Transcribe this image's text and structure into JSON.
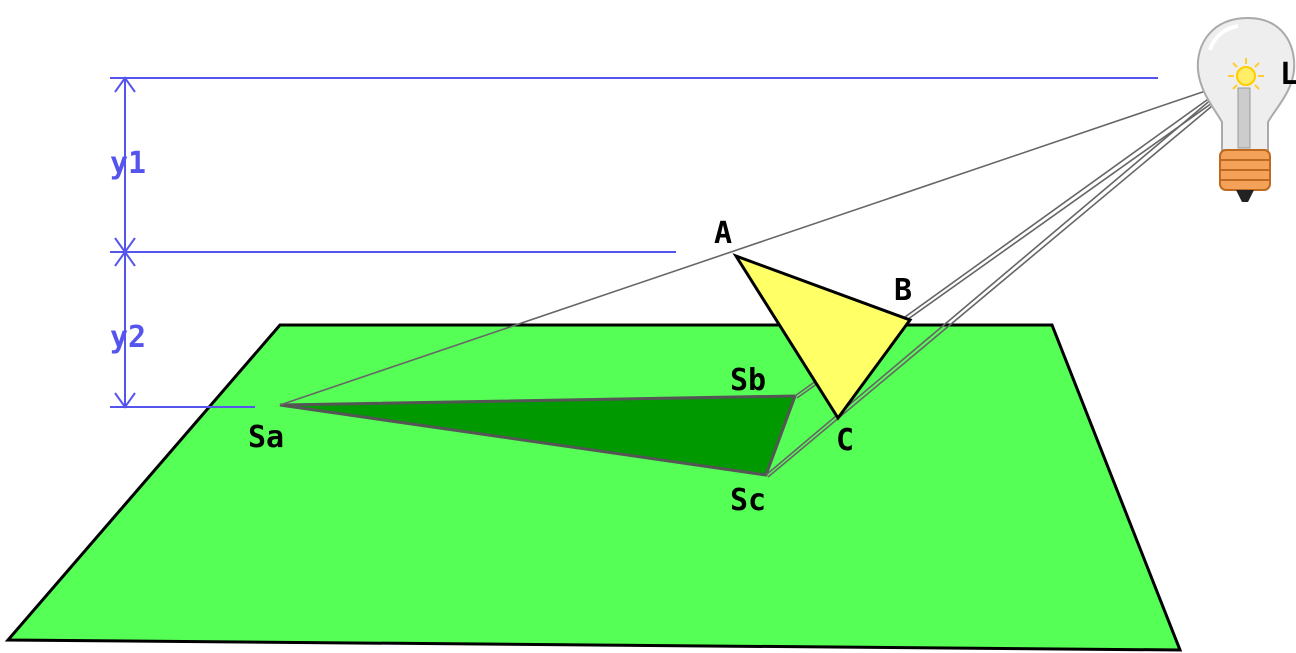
{
  "colors": {
    "ground_fill": "#55ff55",
    "shadow_fill": "#009900",
    "triangle_fill": "#ffff66",
    "dimension_line": "#5555ee",
    "ray": "#666666",
    "outline": "#000000",
    "bulb_base": "#f4a25a"
  },
  "icons": {
    "light": "light-bulb-icon"
  },
  "labels": {
    "light": "L",
    "vertex_a": "A",
    "vertex_b": "B",
    "vertex_c": "C",
    "shadow_a": "Sa",
    "shadow_b": "Sb",
    "shadow_c": "Sc",
    "height_upper": "y1",
    "height_lower": "y2"
  }
}
